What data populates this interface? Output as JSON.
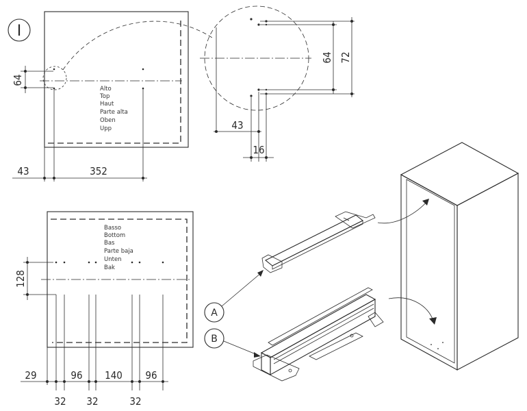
{
  "sheet": {
    "step_marker": "I",
    "top_panel": {
      "labels": [
        "Alto",
        "Top",
        "Haut",
        "Parte alta",
        "Oben",
        "Upp"
      ],
      "dims": {
        "hole_spacing": "64",
        "left_offset": "43",
        "hole_distance": "352"
      }
    },
    "detail": {
      "dims": {
        "inner_pair": "64",
        "outer_pair": "72",
        "edge_offset": "43",
        "pair_gap": "16"
      }
    },
    "bottom_panel": {
      "labels": [
        "Basso",
        "Bottom",
        "Bas",
        "Parte baja",
        "Unten",
        "Bak"
      ],
      "dims": {
        "vertical": "128",
        "row_top": [
          "29",
          "96",
          "140",
          "96"
        ],
        "row_bottom": [
          "32",
          "32",
          "32"
        ]
      }
    },
    "callouts": {
      "a": "A",
      "b": "B"
    }
  },
  "colors": {
    "ink": "#2a2a2a",
    "paper": "#ffffff"
  }
}
